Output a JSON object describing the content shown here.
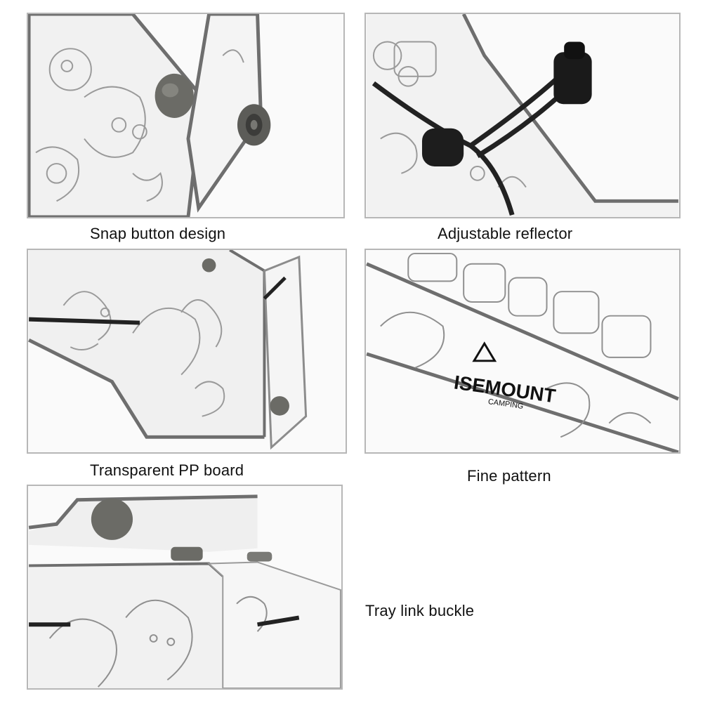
{
  "captions": {
    "snap_button": "Snap button design",
    "reflector": "Adjustable reflector",
    "pp_board": "Transparent PP board",
    "fine_pattern": "Fine pattern",
    "link_buckle": "Tray link buckle"
  },
  "brand": {
    "name": "ISEMOUNT",
    "sub": "CAMPING"
  },
  "colors": {
    "panel_border": "#b7b7b7",
    "edge_gray": "#6e6e6e",
    "doodle_line": "#9a9a9a",
    "snap_button": "#6b6b66",
    "cord": "#222222",
    "caption_text": "#111111"
  }
}
